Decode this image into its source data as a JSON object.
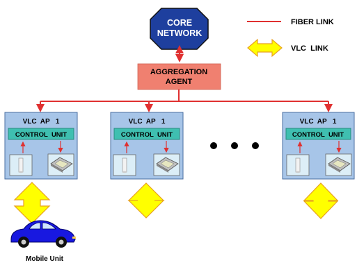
{
  "core": {
    "line1": "CORE",
    "line2": "NETWORK"
  },
  "aggregation": {
    "line1": "AGGREGATION",
    "line2": "AGENT"
  },
  "access_points": [
    {
      "title": "VLC  AP   1",
      "control_unit": "CONTROL  UNIT"
    },
    {
      "title": "VLC  AP   1",
      "control_unit": "CONTROL  UNIT"
    },
    {
      "title": "VLC  AP   1",
      "control_unit": "CONTROL  UNIT"
    }
  ],
  "legend": {
    "fiber_label": "FIBER LINK",
    "vlc_label": "VLC  LINK"
  },
  "mobile_unit": {
    "label": "Mobile Unit"
  },
  "colors": {
    "core_fill": "#1e3f9e",
    "aggregation_fill": "#f08070",
    "ap_fill": "#a7c5e8",
    "control_unit_fill": "#3fbfb0",
    "fiber": "#e03030",
    "vlc_fill": "#ffff00",
    "vlc_stroke": "#e8a020",
    "car": "#1818e0"
  }
}
